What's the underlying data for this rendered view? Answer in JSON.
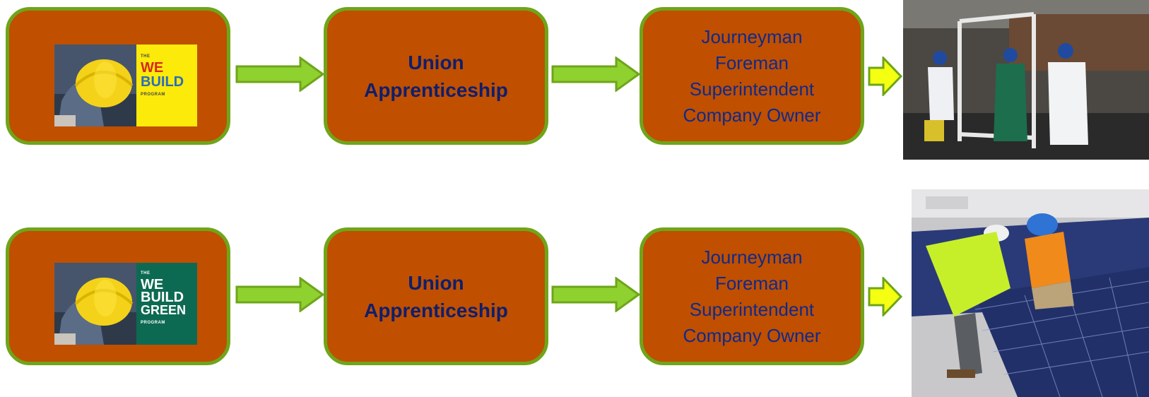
{
  "rows": [
    {
      "logo": {
        "prefix": "THE",
        "line1": "WE",
        "line2": "BUILD",
        "suffix": "PROGRAM",
        "panel_color": "#fbea0a",
        "text_colors": [
          "#d8261c",
          "#2a6dba"
        ]
      },
      "stage": {
        "line1": "Union",
        "line2": "Apprenticeship"
      },
      "roles": [
        "Journeyman",
        "Foreman",
        "Superintendent",
        "Company Owner"
      ],
      "photo": "asbestos-abatement-workers-photo"
    },
    {
      "logo": {
        "prefix": "THE",
        "line1": "WE",
        "line2": "BUILD",
        "line3": "GREEN",
        "suffix": "PROGRAM",
        "panel_color": "#0d6a52",
        "text_colors": [
          "#ffffff"
        ]
      },
      "stage": {
        "line1": "Union",
        "line2": "Apprenticeship"
      },
      "roles": [
        "Journeyman",
        "Foreman",
        "Superintendent",
        "Company Owner"
      ],
      "photo": "solar-panel-installers-photo"
    }
  ],
  "colors": {
    "box_fill": "#c04f00",
    "box_border": "#6fa51a",
    "arrow_green": "#8fd12f",
    "arrow_yellow": "#f4ff12",
    "title_text": "#0f1f6b",
    "roles_text": "#0f2a8a"
  }
}
